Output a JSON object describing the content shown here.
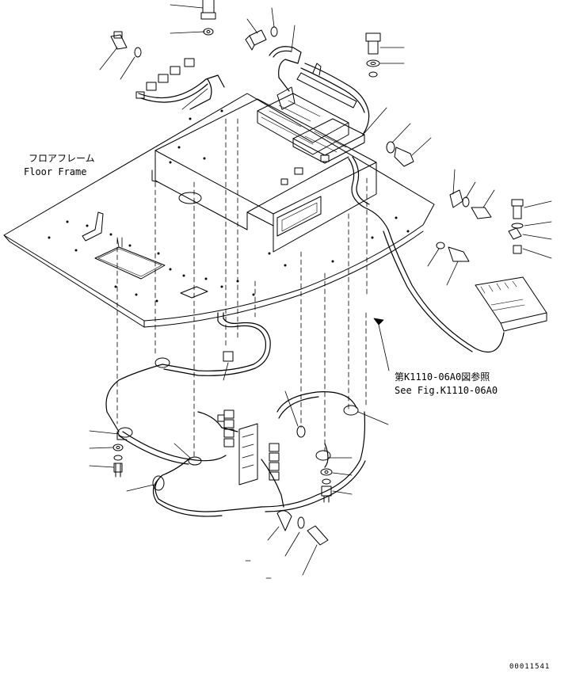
{
  "labels": {
    "floor_frame_jp": "フロアフレーム",
    "floor_frame_en": "Floor Frame",
    "see_fig_jp": "第K1110-06A0図参照",
    "see_fig_en": "See Fig.K1110-06A0",
    "doc_number": "00011541"
  }
}
